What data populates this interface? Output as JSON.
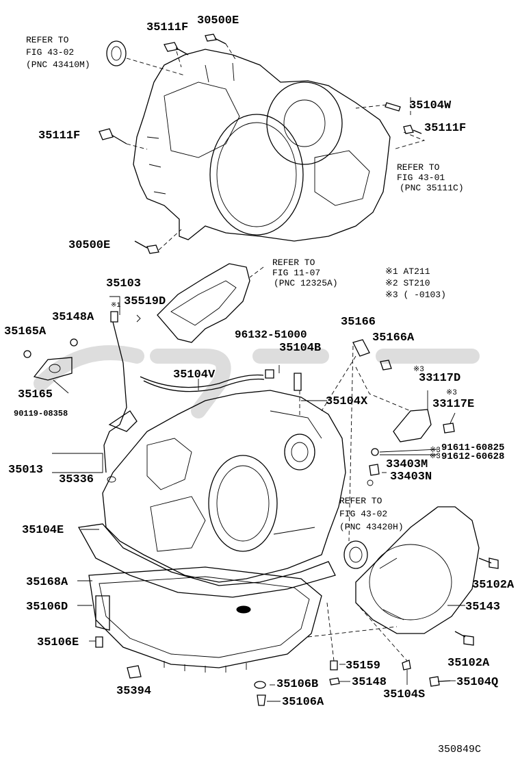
{
  "diagram_code": "350849C",
  "notes": {
    "n1": "※1 AT211",
    "n2": "※2 ST210",
    "n3": "※3 (      -0103)",
    "mark1": "※1",
    "mark3a": "※3",
    "mark3b": "※3",
    "mark3c": "※3",
    "mark3d": "※3"
  },
  "references": {
    "ref1": {
      "line1": "REFER TO",
      "line2": "FIG 43-02",
      "line3": "(PNC 43410M)"
    },
    "ref2": {
      "line1": "REFER TO",
      "line2": "FIG 43-01",
      "line3": "(PNC 35111C)"
    },
    "ref3": {
      "line1": "REFER TO",
      "line2": "FIG 11-07",
      "line3": "(PNC 12325A)"
    },
    "ref4": {
      "line1": "REFER TO",
      "line2": "FIG 43-02",
      "line3": "(PNC 43420H)"
    }
  },
  "parts": {
    "p35111F_a": "35111F",
    "p30500E_a": "30500E",
    "p35104W": "35104W",
    "p35111F_b": "35111F",
    "p35111F_c": "35111F",
    "p30500E_b": "30500E",
    "p35103": "35103",
    "p35519D": "35519D",
    "p35148A": "35148A",
    "p35165A": "35165A",
    "p35165": "35165",
    "p90119": "90119-08358",
    "p35013": "35013",
    "p35336": "35336",
    "p35104E": "35104E",
    "p35168A": "35168A",
    "p35106D": "35106D",
    "p35106E": "35106E",
    "p35394": "35394",
    "p96132": "96132-51000",
    "p35104B": "35104B",
    "p35104V": "35104V",
    "p35104X": "35104X",
    "p35166": "35166",
    "p35166A": "35166A",
    "p33117D": "33117D",
    "p33117E": "33117E",
    "p91611": "91611-60825",
    "p91612": "91612-60628",
    "p33403M": "33403M",
    "p33403N": "33403N",
    "p35102A_a": "35102A",
    "p35143": "35143",
    "p35102A_b": "35102A",
    "p35104Q": "35104Q",
    "p35159": "35159",
    "p35148": "35148",
    "p35106B": "35106B",
    "p35106A": "35106A",
    "p35104S": "35104S"
  }
}
